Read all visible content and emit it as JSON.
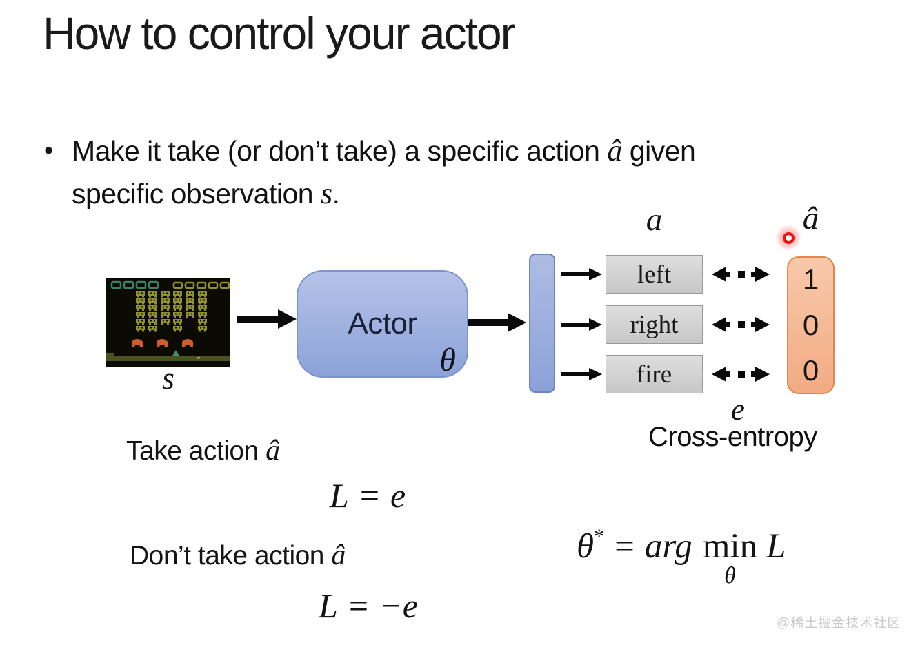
{
  "slide": {
    "title": "How to control your actor",
    "bullet": {
      "dot": "•",
      "line1": {
        "t1": "Make it take (or don’t take) a specific action ",
        "math": "â",
        "t2": " given"
      },
      "line2": {
        "t1": "specific observation ",
        "math": "s",
        "t2": "."
      }
    },
    "diagram": {
      "s_label": "s",
      "actor_label": "Actor",
      "theta_label": "θ",
      "a_label": "a",
      "a_hat_label": "â",
      "e_label": "e",
      "actions": [
        "left",
        "right",
        "fire"
      ],
      "target_values": [
        "1",
        "0",
        "0"
      ],
      "cross_entropy_label": "Cross-entropy",
      "icons": {
        "game_screen": "space-invaders-observation",
        "laser_dot": "red-laser-pointer"
      },
      "colors": {
        "actor_fill": "#9dafdf",
        "actor_border": "#7d93cd",
        "vector_fill": "#9aaede",
        "action_fill": "#d3d3d3",
        "action_border": "#999999",
        "target_fill": "#f5bb97",
        "target_border": "#e08850",
        "laser_red": "#ee1414",
        "arrow_black": "#0a0a0a"
      }
    },
    "equations": {
      "take_action_text": "Take action ",
      "take_action_math": "â",
      "loss_take": {
        "lhs": "L",
        "sign": "=",
        "rhs": "e"
      },
      "dont_take_text": "Don’t take action ",
      "dont_take_math": "â",
      "loss_dont": {
        "lhs": "L",
        "sign": "=",
        "rhs": "−e"
      },
      "argmin": {
        "theta": "θ",
        "star": "*",
        "sign": "=",
        "arg": "arg",
        "min": "min",
        "sub_theta": "θ",
        "loss": "L"
      }
    },
    "watermark": "@稀土掘金技术社区"
  }
}
